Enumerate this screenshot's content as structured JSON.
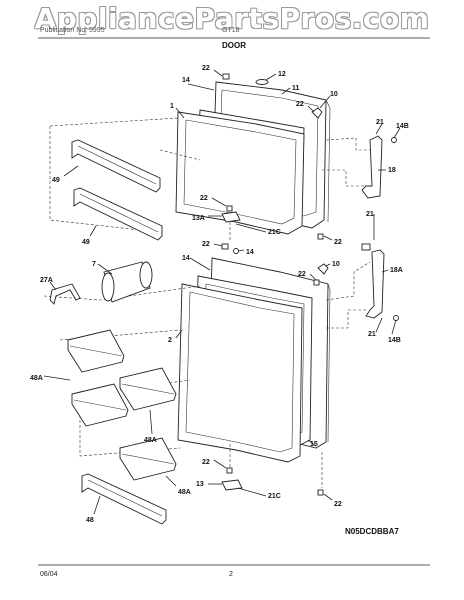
{
  "watermark": "AppliancePartsPros.com",
  "header": {
    "left": "Publication No: 5995",
    "right": "GT18",
    "section": "DOOR"
  },
  "footer": {
    "date": "06/04",
    "page": "2"
  },
  "diagram_code": "N05DCDBBA7",
  "callouts": {
    "c1": "22",
    "c2": "12",
    "c3": "14",
    "c4": "11",
    "c5": "1",
    "c6": "22",
    "c7": "10",
    "c8": "21",
    "c9": "14B",
    "c10": "18",
    "c11": "49",
    "c12": "49",
    "c13": "22",
    "c14": "13A",
    "c15": "21C",
    "c16": "21",
    "c17": "22",
    "c18": "22",
    "c19": "14",
    "c20": "14",
    "c21": "7",
    "c22": "27A",
    "c23": "22",
    "c24": "10",
    "c25": "18A",
    "c26": "2",
    "c27": "21",
    "c28": "14B",
    "c29": "48A",
    "c30": "48A",
    "c31": "15",
    "c32": "22",
    "c33": "48A",
    "c34": "13",
    "c35": "21C",
    "c36": "22",
    "c37": "48"
  }
}
